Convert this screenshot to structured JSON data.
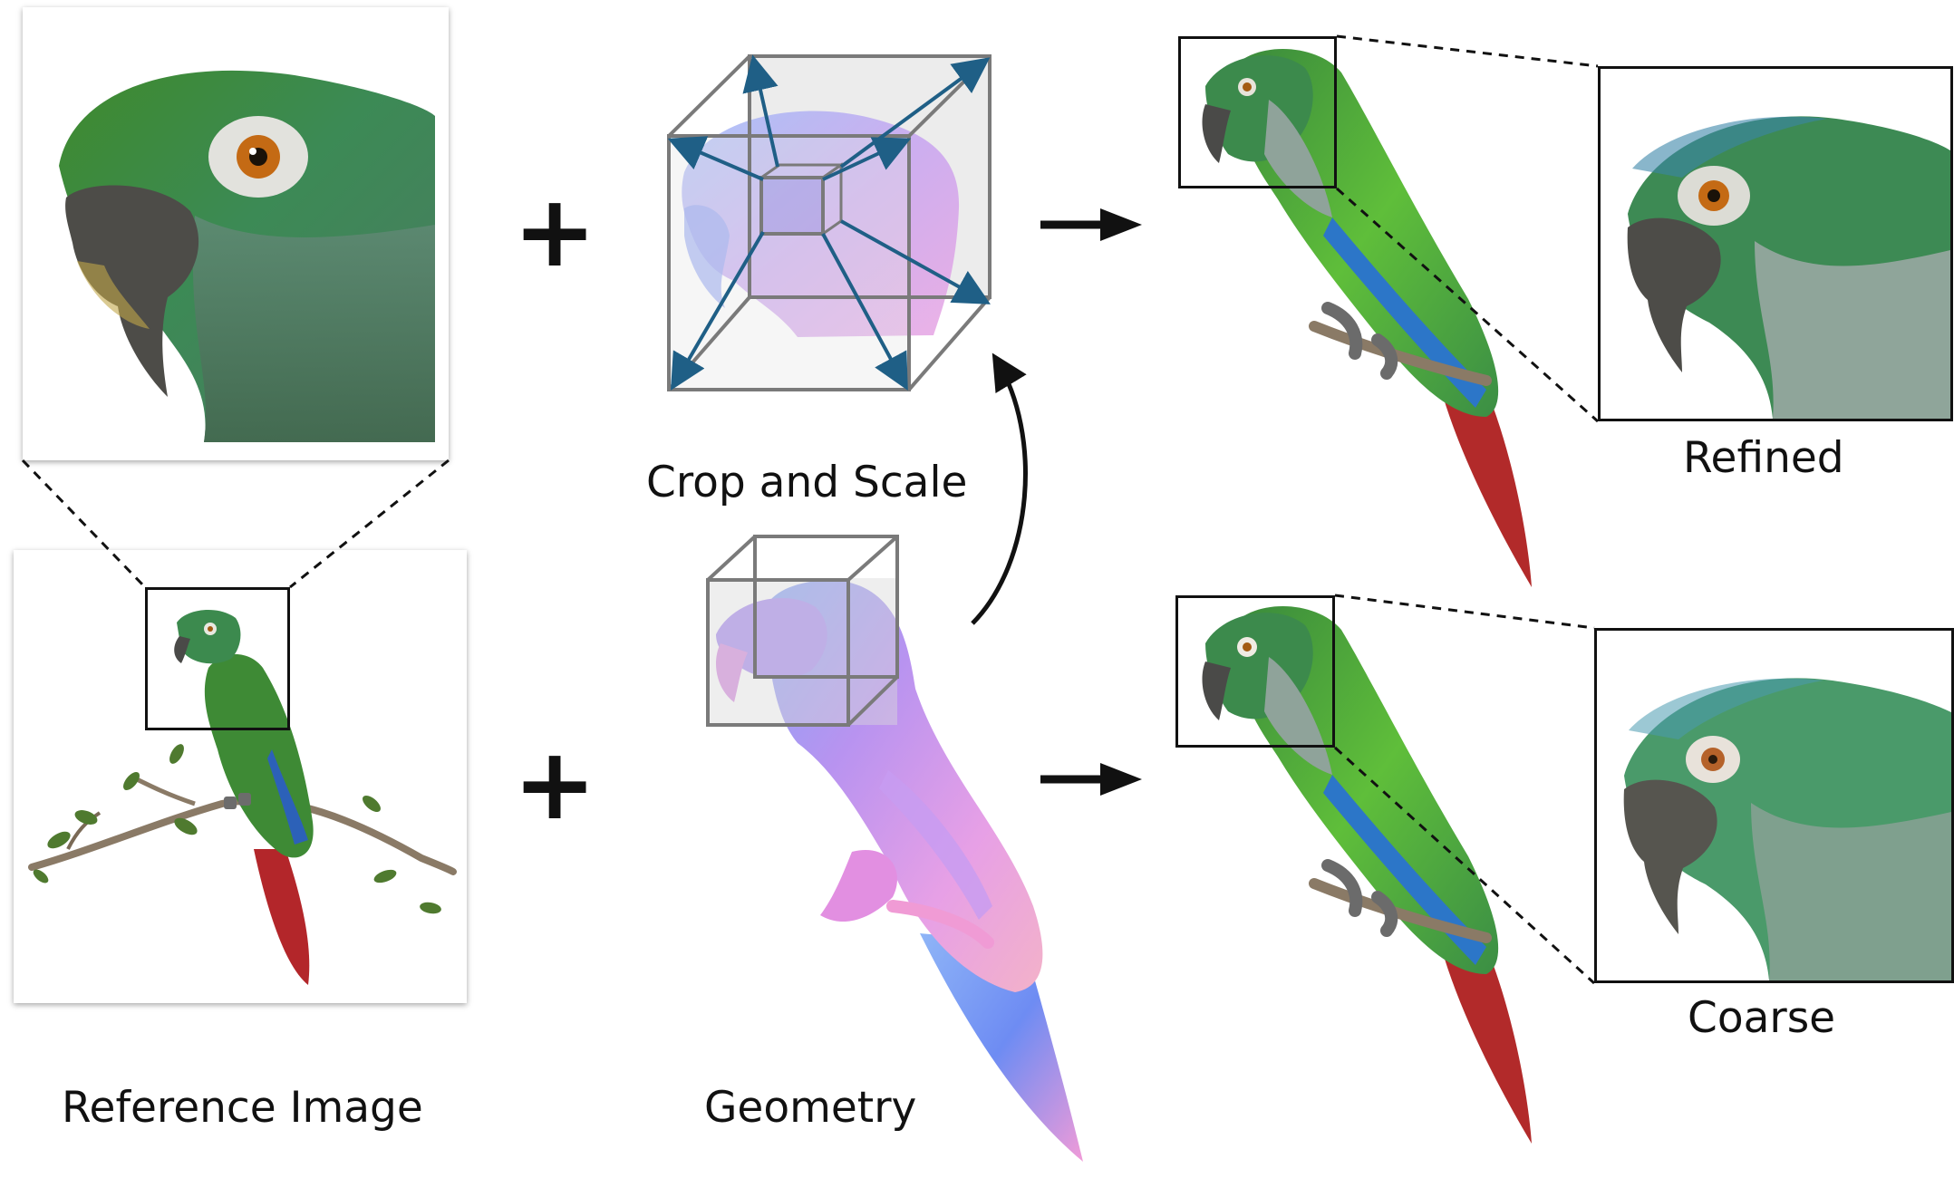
{
  "labels": {
    "reference_image": "Reference Image",
    "crop_and_scale": "Crop and Scale",
    "geometry": "Geometry",
    "refined": "Refined",
    "coarse": "Coarse"
  },
  "operators": {
    "plus": "+"
  },
  "colors": {
    "parrot_green": "#3f8f3a",
    "parrot_teal": "#3c9a8c",
    "parrot_blue": "#2a6bd0",
    "parrot_red": "#b82a2a",
    "beak_gray": "#4a4a48",
    "normal_pink": "#e39be8",
    "normal_purple": "#9d86f0",
    "normal_blue": "#7fa6f7",
    "arrow_blue": "#1f5f86",
    "box_gray": "#777777"
  }
}
